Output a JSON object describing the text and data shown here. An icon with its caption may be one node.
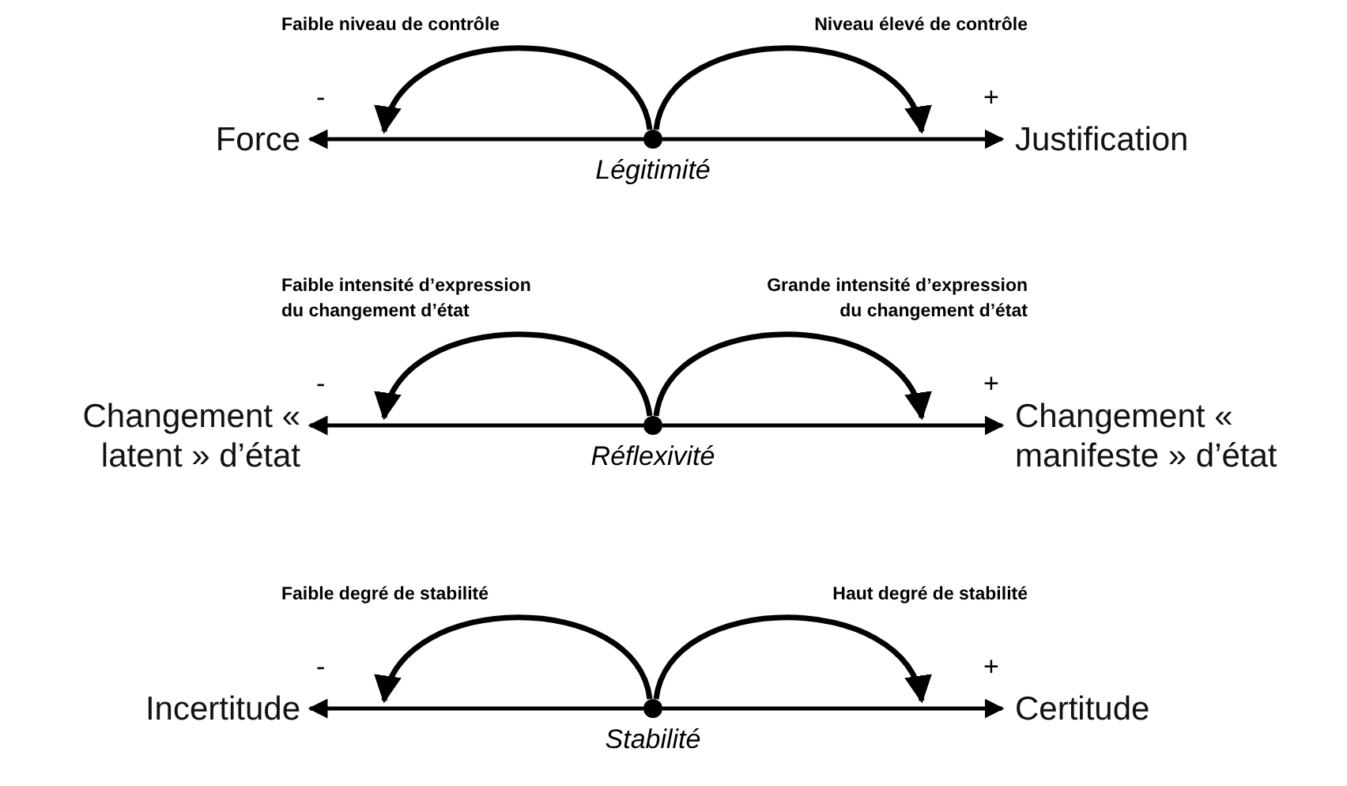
{
  "diagram": {
    "nodes": [
      {
        "text": [
          "Force"
        ]
      },
      {
        "text": [],
        "shape": "circle",
        "beside": [
          "Légitimité"
        ]
      },
      {
        "text": [
          "Justification"
        ]
      },
      {
        "text": [
          "Changement « latent » d’état"
        ]
      },
      {
        "text": [],
        "shape": "circle",
        "beside": [
          "Réflexivité"
        ]
      },
      {
        "text": [
          "Changement « manifeste » d’état"
        ]
      },
      {
        "text": [
          "Incertitude"
        ]
      },
      {
        "text": [],
        "shape": "circle",
        "beside": [
          "Stabilité"
        ]
      },
      {
        "text": [
          "Certitude"
        ]
      }
    ],
    "edges": [
      {
        "from": 1,
        "to": 0,
        "arrow": "to"
      },
      {
        "from": 1,
        "to": 2,
        "arrow": "to"
      },
      {
        "from": 1,
        "to": null,
        "arrow": "to",
        "label": "Faible niveau de contrôle"
      },
      {
        "from": 1,
        "to": null,
        "arrow": "to",
        "label": "Niveau élevé de contrôle"
      },
      {
        "from": 4,
        "to": 3,
        "arrow": "to"
      },
      {
        "from": 4,
        "to": 5,
        "arrow": "to"
      },
      {
        "from": 4,
        "to": null,
        "arrow": "to",
        "label": "Faible intensité d’expression du changement d’état"
      },
      {
        "from": 4,
        "to": null,
        "arrow": "to",
        "label": "Grande intensité d’expression du changement d’état"
      },
      {
        "from": 7,
        "to": 6,
        "arrow": "to"
      },
      {
        "from": 7,
        "to": 8,
        "arrow": "to"
      },
      {
        "from": 7,
        "to": null,
        "arrow": "to",
        "label": "Faible degré de stabilité"
      },
      {
        "from": 7,
        "to": null,
        "arrow": "to",
        "label": "Haut degré de stabilité"
      }
    ],
    "labels": [
      "-",
      "+",
      "-",
      "+",
      "-",
      "+"
    ]
  }
}
